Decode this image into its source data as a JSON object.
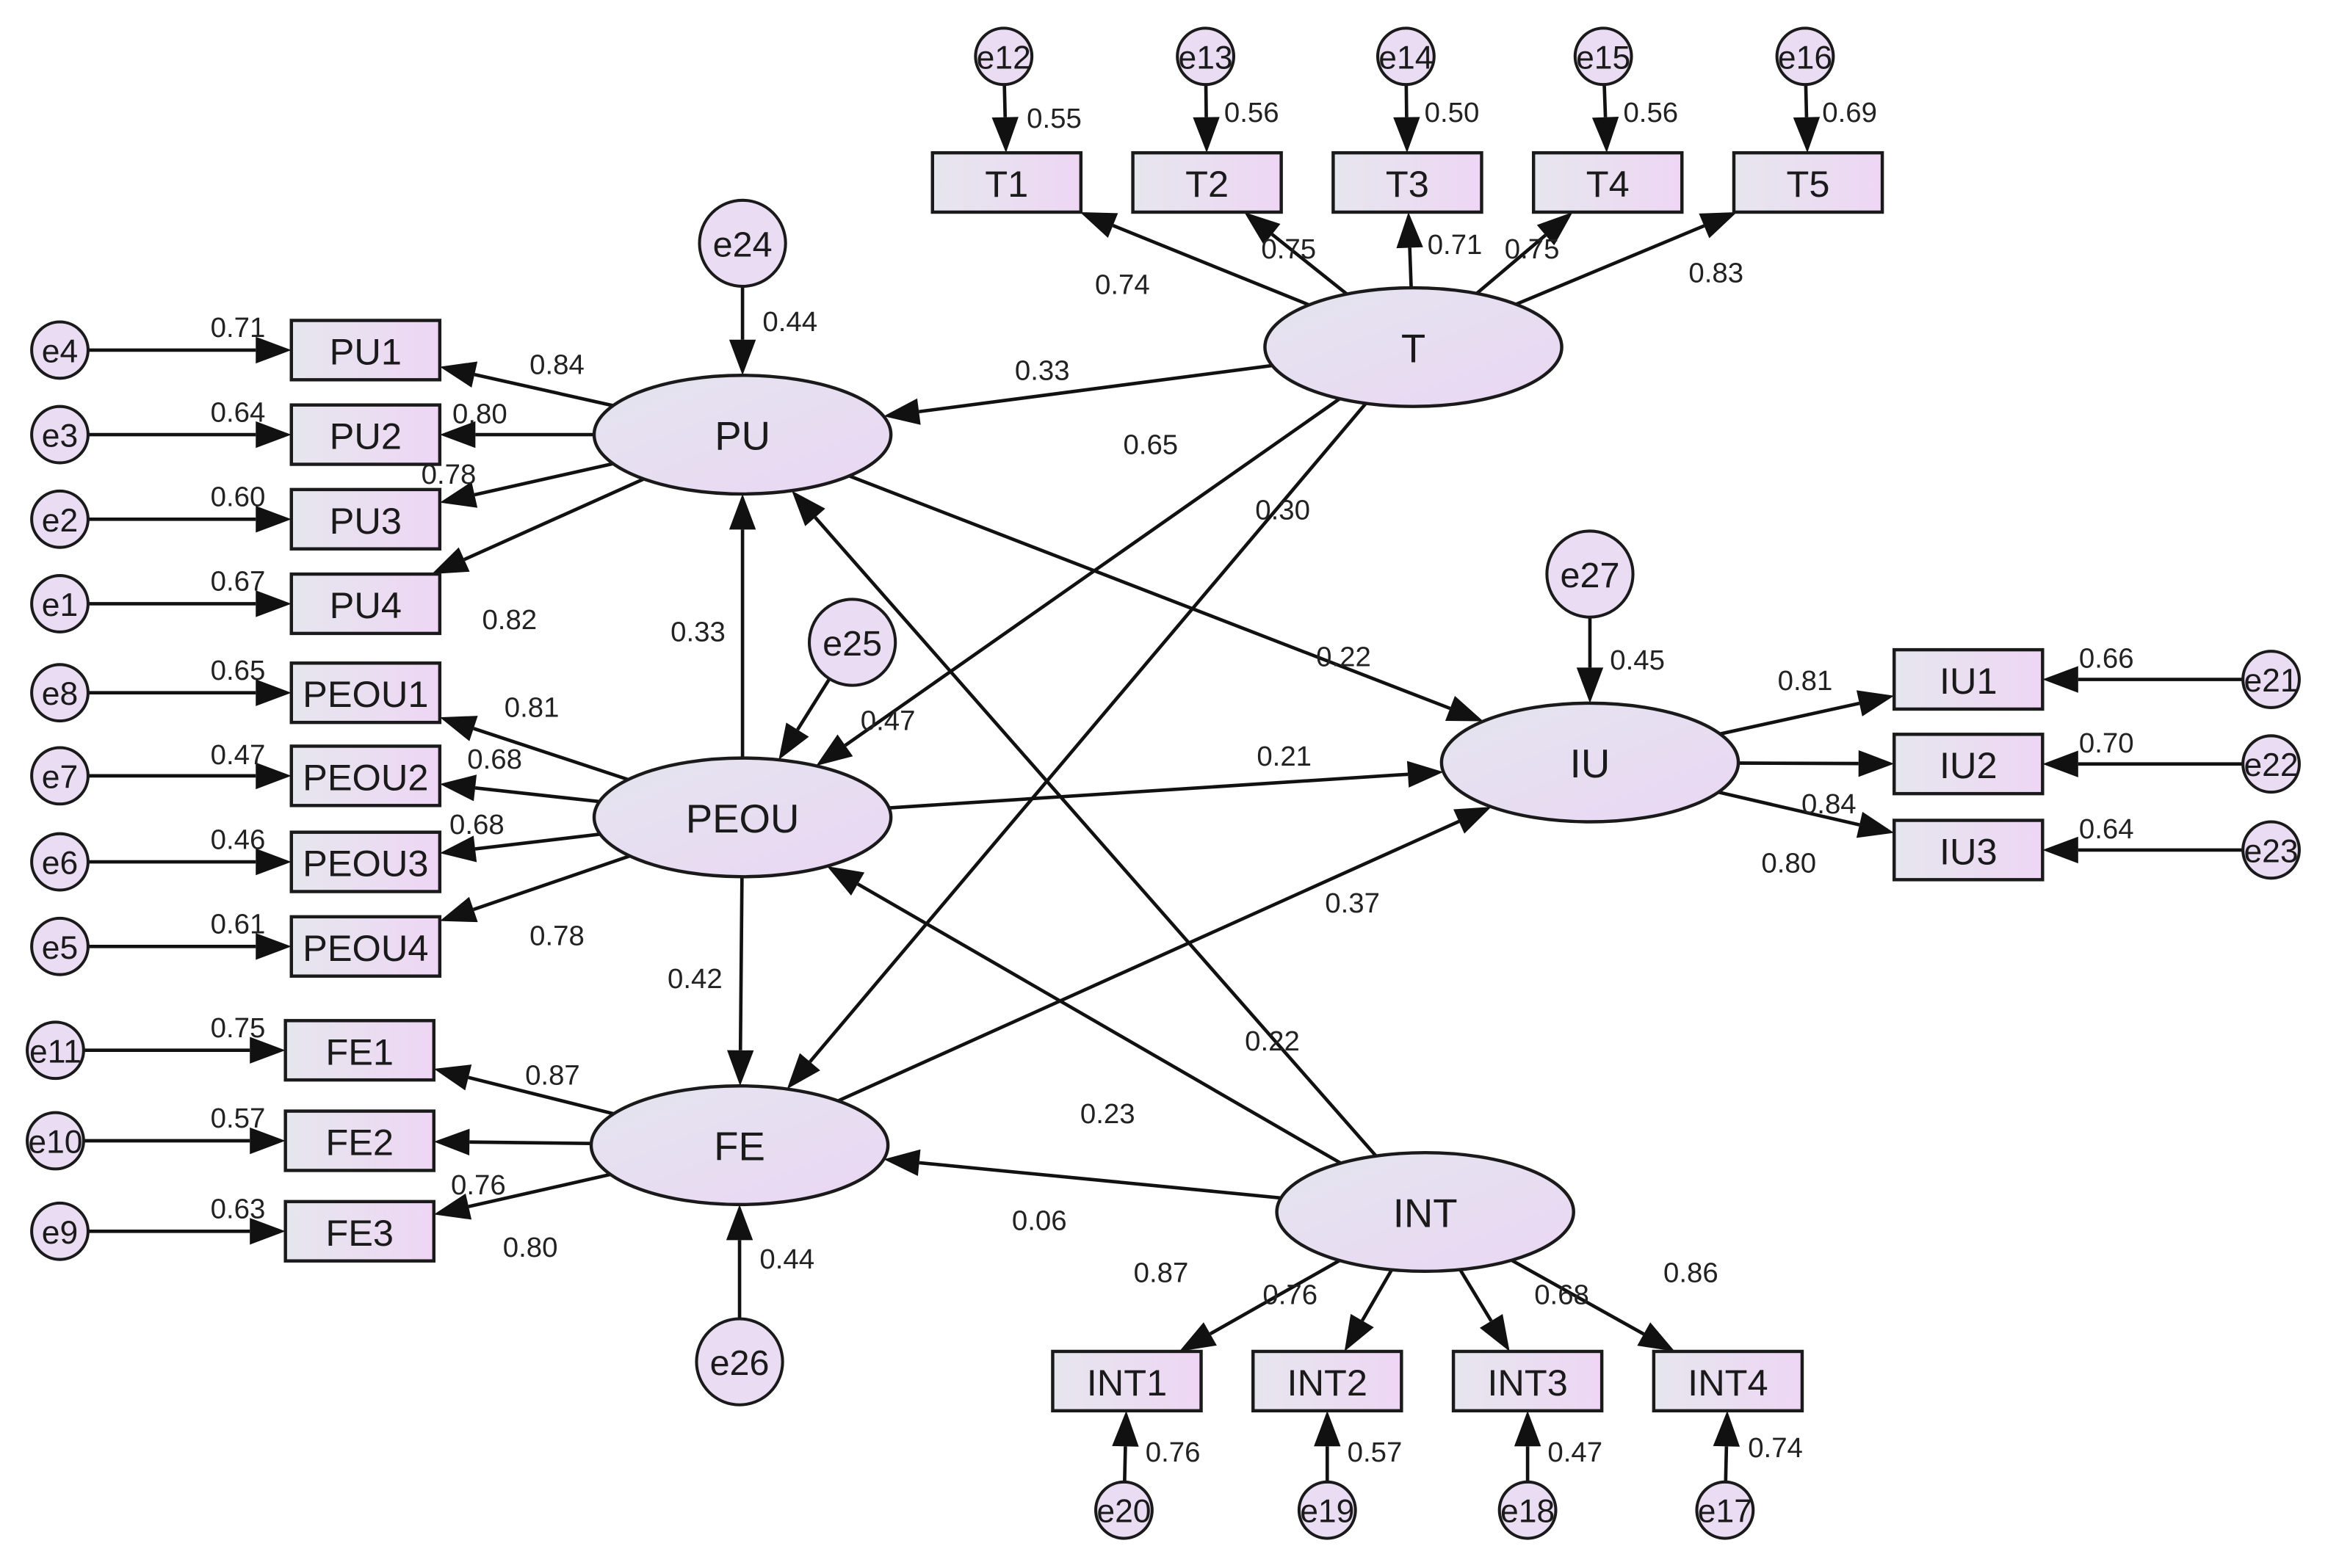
{
  "latents": [
    {
      "id": "PU",
      "label": "PU"
    },
    {
      "id": "PEOU",
      "label": "PEOU"
    },
    {
      "id": "FE",
      "label": "FE"
    },
    {
      "id": "T",
      "label": "T"
    },
    {
      "id": "IU",
      "label": "IU"
    },
    {
      "id": "INT",
      "label": "INT"
    }
  ],
  "indicators": [
    {
      "id": "PU1",
      "label": "PU1"
    },
    {
      "id": "PU2",
      "label": "PU2"
    },
    {
      "id": "PU3",
      "label": "PU3"
    },
    {
      "id": "PU4",
      "label": "PU4"
    },
    {
      "id": "PEOU1",
      "label": "PEOU1"
    },
    {
      "id": "PEOU2",
      "label": "PEOU2"
    },
    {
      "id": "PEOU3",
      "label": "PEOU3"
    },
    {
      "id": "PEOU4",
      "label": "PEOU4"
    },
    {
      "id": "FE1",
      "label": "FE1"
    },
    {
      "id": "FE2",
      "label": "FE2"
    },
    {
      "id": "FE3",
      "label": "FE3"
    },
    {
      "id": "T1",
      "label": "T1"
    },
    {
      "id": "T2",
      "label": "T2"
    },
    {
      "id": "T3",
      "label": "T3"
    },
    {
      "id": "T4",
      "label": "T4"
    },
    {
      "id": "T5",
      "label": "T5"
    },
    {
      "id": "IU1",
      "label": "IU1"
    },
    {
      "id": "IU2",
      "label": "IU2"
    },
    {
      "id": "IU3",
      "label": "IU3"
    },
    {
      "id": "INT1",
      "label": "INT1"
    },
    {
      "id": "INT2",
      "label": "INT2"
    },
    {
      "id": "INT3",
      "label": "INT3"
    },
    {
      "id": "INT4",
      "label": "INT4"
    }
  ],
  "errors": [
    {
      "id": "e1",
      "label": "e1",
      "r2": "0.67",
      "target": "PU4"
    },
    {
      "id": "e2",
      "label": "e2",
      "r2": "0.60",
      "target": "PU3"
    },
    {
      "id": "e3",
      "label": "e3",
      "r2": "0.64",
      "target": "PU2"
    },
    {
      "id": "e4",
      "label": "e4",
      "r2": "0.71",
      "target": "PU1"
    },
    {
      "id": "e5",
      "label": "e5",
      "r2": "0.61",
      "target": "PEOU4"
    },
    {
      "id": "e6",
      "label": "e6",
      "r2": "0.46",
      "target": "PEOU3"
    },
    {
      "id": "e7",
      "label": "e7",
      "r2": "0.47",
      "target": "PEOU2"
    },
    {
      "id": "e8",
      "label": "e8",
      "r2": "0.65",
      "target": "PEOU1"
    },
    {
      "id": "e9",
      "label": "e9",
      "r2": "0.63",
      "target": "FE3"
    },
    {
      "id": "e10",
      "label": "e10",
      "r2": "0.57",
      "target": "FE2"
    },
    {
      "id": "e11",
      "label": "e11",
      "r2": "0.75",
      "target": "FE1"
    },
    {
      "id": "e12",
      "label": "e12",
      "r2": "0.55",
      "target": "T1"
    },
    {
      "id": "e13",
      "label": "e13",
      "r2": "0.56",
      "target": "T2"
    },
    {
      "id": "e14",
      "label": "e14",
      "r2": "0.50",
      "target": "T3"
    },
    {
      "id": "e15",
      "label": "e15",
      "r2": "0.56",
      "target": "T4"
    },
    {
      "id": "e16",
      "label": "e16",
      "r2": "0.69",
      "target": "T5"
    },
    {
      "id": "e17",
      "label": "e17",
      "r2": "0.74",
      "target": "INT4"
    },
    {
      "id": "e18",
      "label": "e18",
      "r2": "0.47",
      "target": "INT3"
    },
    {
      "id": "e19",
      "label": "e19",
      "r2": "0.57",
      "target": "INT2"
    },
    {
      "id": "e20",
      "label": "e20",
      "r2": "0.76",
      "target": "INT1"
    },
    {
      "id": "e21",
      "label": "e21",
      "r2": "0.66",
      "target": "IU1"
    },
    {
      "id": "e22",
      "label": "e22",
      "r2": "0.70",
      "target": "IU2"
    },
    {
      "id": "e23",
      "label": "e23",
      "r2": "0.64",
      "target": "IU3"
    },
    {
      "id": "e24",
      "label": "e24",
      "r2": "0.44",
      "target": "PU"
    },
    {
      "id": "e25",
      "label": "e25",
      "r2": "0.47",
      "target": "PEOU"
    },
    {
      "id": "e26",
      "label": "e26",
      "r2": "0.44",
      "target": "FE"
    },
    {
      "id": "e27",
      "label": "e27",
      "r2": "0.45",
      "target": "IU"
    }
  ],
  "loadings": [
    {
      "from": "PU",
      "to": "PU1",
      "value": "0.84"
    },
    {
      "from": "PU",
      "to": "PU2",
      "value": "0.80"
    },
    {
      "from": "PU",
      "to": "PU3",
      "value": "0.78"
    },
    {
      "from": "PU",
      "to": "PU4",
      "value": "0.82"
    },
    {
      "from": "PEOU",
      "to": "PEOU1",
      "value": "0.81"
    },
    {
      "from": "PEOU",
      "to": "PEOU2",
      "value": "0.68"
    },
    {
      "from": "PEOU",
      "to": "PEOU3",
      "value": "0.68"
    },
    {
      "from": "PEOU",
      "to": "PEOU4",
      "value": "0.78"
    },
    {
      "from": "FE",
      "to": "FE1",
      "value": "0.87"
    },
    {
      "from": "FE",
      "to": "FE2",
      "value": "0.76"
    },
    {
      "from": "FE",
      "to": "FE3",
      "value": "0.80"
    },
    {
      "from": "T",
      "to": "T1",
      "value": "0.74"
    },
    {
      "from": "T",
      "to": "T2",
      "value": "0.75"
    },
    {
      "from": "T",
      "to": "T3",
      "value": "0.71"
    },
    {
      "from": "T",
      "to": "T4",
      "value": "0.75"
    },
    {
      "from": "T",
      "to": "T5",
      "value": "0.83"
    },
    {
      "from": "IU",
      "to": "IU1",
      "value": "0.81"
    },
    {
      "from": "IU",
      "to": "IU2",
      "value": "0.84"
    },
    {
      "from": "IU",
      "to": "IU3",
      "value": "0.80"
    },
    {
      "from": "INT",
      "to": "INT1",
      "value": "0.87"
    },
    {
      "from": "INT",
      "to": "INT2",
      "value": "0.76"
    },
    {
      "from": "INT",
      "to": "INT3",
      "value": "0.68"
    },
    {
      "from": "INT",
      "to": "INT4",
      "value": "0.86"
    }
  ],
  "paths": [
    {
      "from": "T",
      "to": "PU",
      "value": "0.33"
    },
    {
      "from": "T",
      "to": "PEOU",
      "value": "0.65"
    },
    {
      "from": "T",
      "to": "FE",
      "value": "0.30"
    },
    {
      "from": "PEOU",
      "to": "PU",
      "value": "0.33"
    },
    {
      "from": "PEOU",
      "to": "FE",
      "value": "0.42"
    },
    {
      "from": "PU",
      "to": "IU",
      "value": "0.22"
    },
    {
      "from": "PEOU",
      "to": "IU",
      "value": "0.21"
    },
    {
      "from": "FE",
      "to": "IU",
      "value": "0.37"
    },
    {
      "from": "INT",
      "to": "PU",
      "value": "0.22"
    },
    {
      "from": "INT",
      "to": "PEOU",
      "value": "0.23"
    },
    {
      "from": "INT",
      "to": "FE",
      "value": "0.06"
    }
  ]
}
